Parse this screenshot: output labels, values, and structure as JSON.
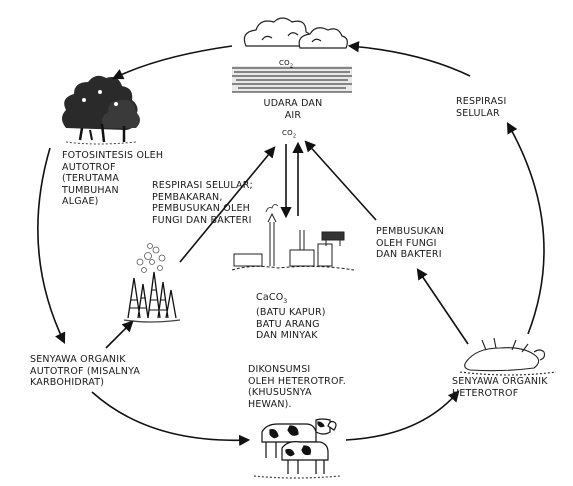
{
  "labels": {
    "air": [
      "UDARA DAN",
      "AIR"
    ],
    "co2_top": "CO",
    "co2_center": "CO",
    "co2_sub": "2",
    "fotosintesis": [
      "FOTOSINTESIS OLEH",
      "AUTOTROF",
      "(TERUTAMA",
      "TUMBUHAN",
      "ALGAE)"
    ],
    "respirasi_left": [
      "RESPIRASI SELULAR;",
      "PEMBAKARAN,",
      "PEMBUSUKAN OLEH",
      "FUNGI DAN BAKTERI"
    ],
    "respirasi_right": [
      "RESPIRASI",
      "SELULAR"
    ],
    "pembusukan": [
      "PEMBUSUKAN",
      "OLEH FUNGI",
      "DAN BAKTERI"
    ],
    "caco3_main": "CaCO",
    "caco3_sub": "3",
    "batu": [
      "(BATU KAPUR)",
      "BATU ARANG",
      "DAN MINYAK"
    ],
    "senyawa_auto": [
      "SENYAWA ORGANIK",
      "AUTOTROF (MISALNYA",
      "KARBOHIDRAT)"
    ],
    "dikonsumsi": [
      "DIKONSUMSI",
      "OLEH HETEROTROF.",
      "(KHUSUSNYA",
      "HEWAN)."
    ],
    "senyawa_hetero": [
      "SENYAWA ORGANIK",
      "HETEROTROF"
    ]
  },
  "icons": [
    "cloud-icon",
    "water-icon",
    "tree-icon",
    "burning-forest-icon",
    "factory-icon",
    "cow-icon",
    "dead-animal-icon"
  ]
}
